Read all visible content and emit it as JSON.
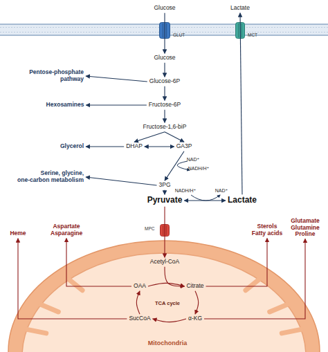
{
  "diagram": {
    "nodes": [
      {
        "text": [
          "Glucose"
        ]
      },
      {
        "text": [
          "Lactate"
        ]
      },
      {
        "text": [
          "GLUT"
        ]
      },
      {
        "text": [
          "MCT"
        ]
      },
      {
        "text": [
          "Glucose"
        ]
      },
      {
        "text": [
          "Pentose-phosphate pathway"
        ]
      },
      {
        "text": [
          "Glucose-6P"
        ]
      },
      {
        "text": [
          "Hexosamines"
        ]
      },
      {
        "text": [
          "Fructose-6P"
        ]
      },
      {
        "text": [
          "Fructose-1,6-biP"
        ]
      },
      {
        "text": [
          "Glycerol"
        ]
      },
      {
        "text": [
          "DHAP"
        ]
      },
      {
        "text": [
          "GA3P"
        ]
      },
      {
        "text": [
          "Serine, glycine, one-carbon metabolism"
        ]
      },
      {
        "text": [
          "3PG"
        ]
      },
      {
        "text": [
          "Pyruvate"
        ]
      },
      {
        "text": [
          "Lactate"
        ]
      },
      {
        "text": [
          "Heme"
        ]
      },
      {
        "text": [
          "Aspartate Asparagine"
        ]
      },
      {
        "text": [
          "Sterols Fatty acids"
        ]
      },
      {
        "text": [
          "Glutamate Glutamine Proline"
        ]
      },
      {
        "text": [
          "MPC"
        ]
      },
      {
        "text": [
          "Mitochondria"
        ]
      },
      {
        "text": [
          "Acetyl-CoA"
        ],
        "in": 22
      },
      {
        "text": [
          "OAA"
        ],
        "in": 22
      },
      {
        "text": [
          "Citrate"
        ],
        "in": 22
      },
      {
        "text": [
          "SucCoA"
        ],
        "in": 22
      },
      {
        "text": [
          "α-KG"
        ],
        "in": 22
      }
    ],
    "edges": [
      {
        "from": 0,
        "to": 4,
        "arrow": "to"
      },
      {
        "from": 16,
        "to": 1,
        "arrow": "to"
      },
      {
        "from": 4,
        "to": 6,
        "arrow": "to"
      },
      {
        "from": 6,
        "to": 5,
        "arrow": "to"
      },
      {
        "from": 6,
        "to": 8,
        "arrow": "to"
      },
      {
        "from": 8,
        "to": 7,
        "arrow": "to"
      },
      {
        "from": 8,
        "to": 9,
        "arrow": "to"
      },
      {
        "from": 9,
        "to": 11,
        "arrow": "to"
      },
      {
        "from": 9,
        "to": 12,
        "arrow": "to"
      },
      {
        "from": 11,
        "to": 12,
        "arrow": "both"
      },
      {
        "from": 11,
        "to": 10,
        "arrow": "to"
      },
      {
        "from": 12,
        "to": 14,
        "arrow": "to"
      },
      {
        "from": 14,
        "to": 13,
        "arrow": "to"
      },
      {
        "from": 14,
        "to": 15,
        "arrow": "to"
      },
      {
        "from": 15,
        "to": 16,
        "arrow": "both"
      },
      {
        "from": 15,
        "to": 23,
        "arrow": "to"
      },
      {
        "from": 23,
        "to": 25,
        "arrow": "to"
      },
      {
        "from": 24,
        "to": 25,
        "arrow": "to"
      },
      {
        "from": 25,
        "to": 27,
        "arrow": "to"
      },
      {
        "from": 27,
        "to": 26,
        "arrow": "to"
      },
      {
        "from": 26,
        "to": 24,
        "arrow": "to"
      },
      {
        "from": 24,
        "to": 18,
        "arrow": "to"
      },
      {
        "from": 25,
        "to": 19,
        "arrow": "to"
      },
      {
        "from": 27,
        "to": 20,
        "arrow": "to"
      },
      {
        "from": 26,
        "to": 17,
        "arrow": "to"
      }
    ],
    "labels": [
      "NAD⁺",
      "NADH/H⁺",
      "NADH/H⁺",
      "NAD⁺",
      "TCA cycle"
    ]
  }
}
